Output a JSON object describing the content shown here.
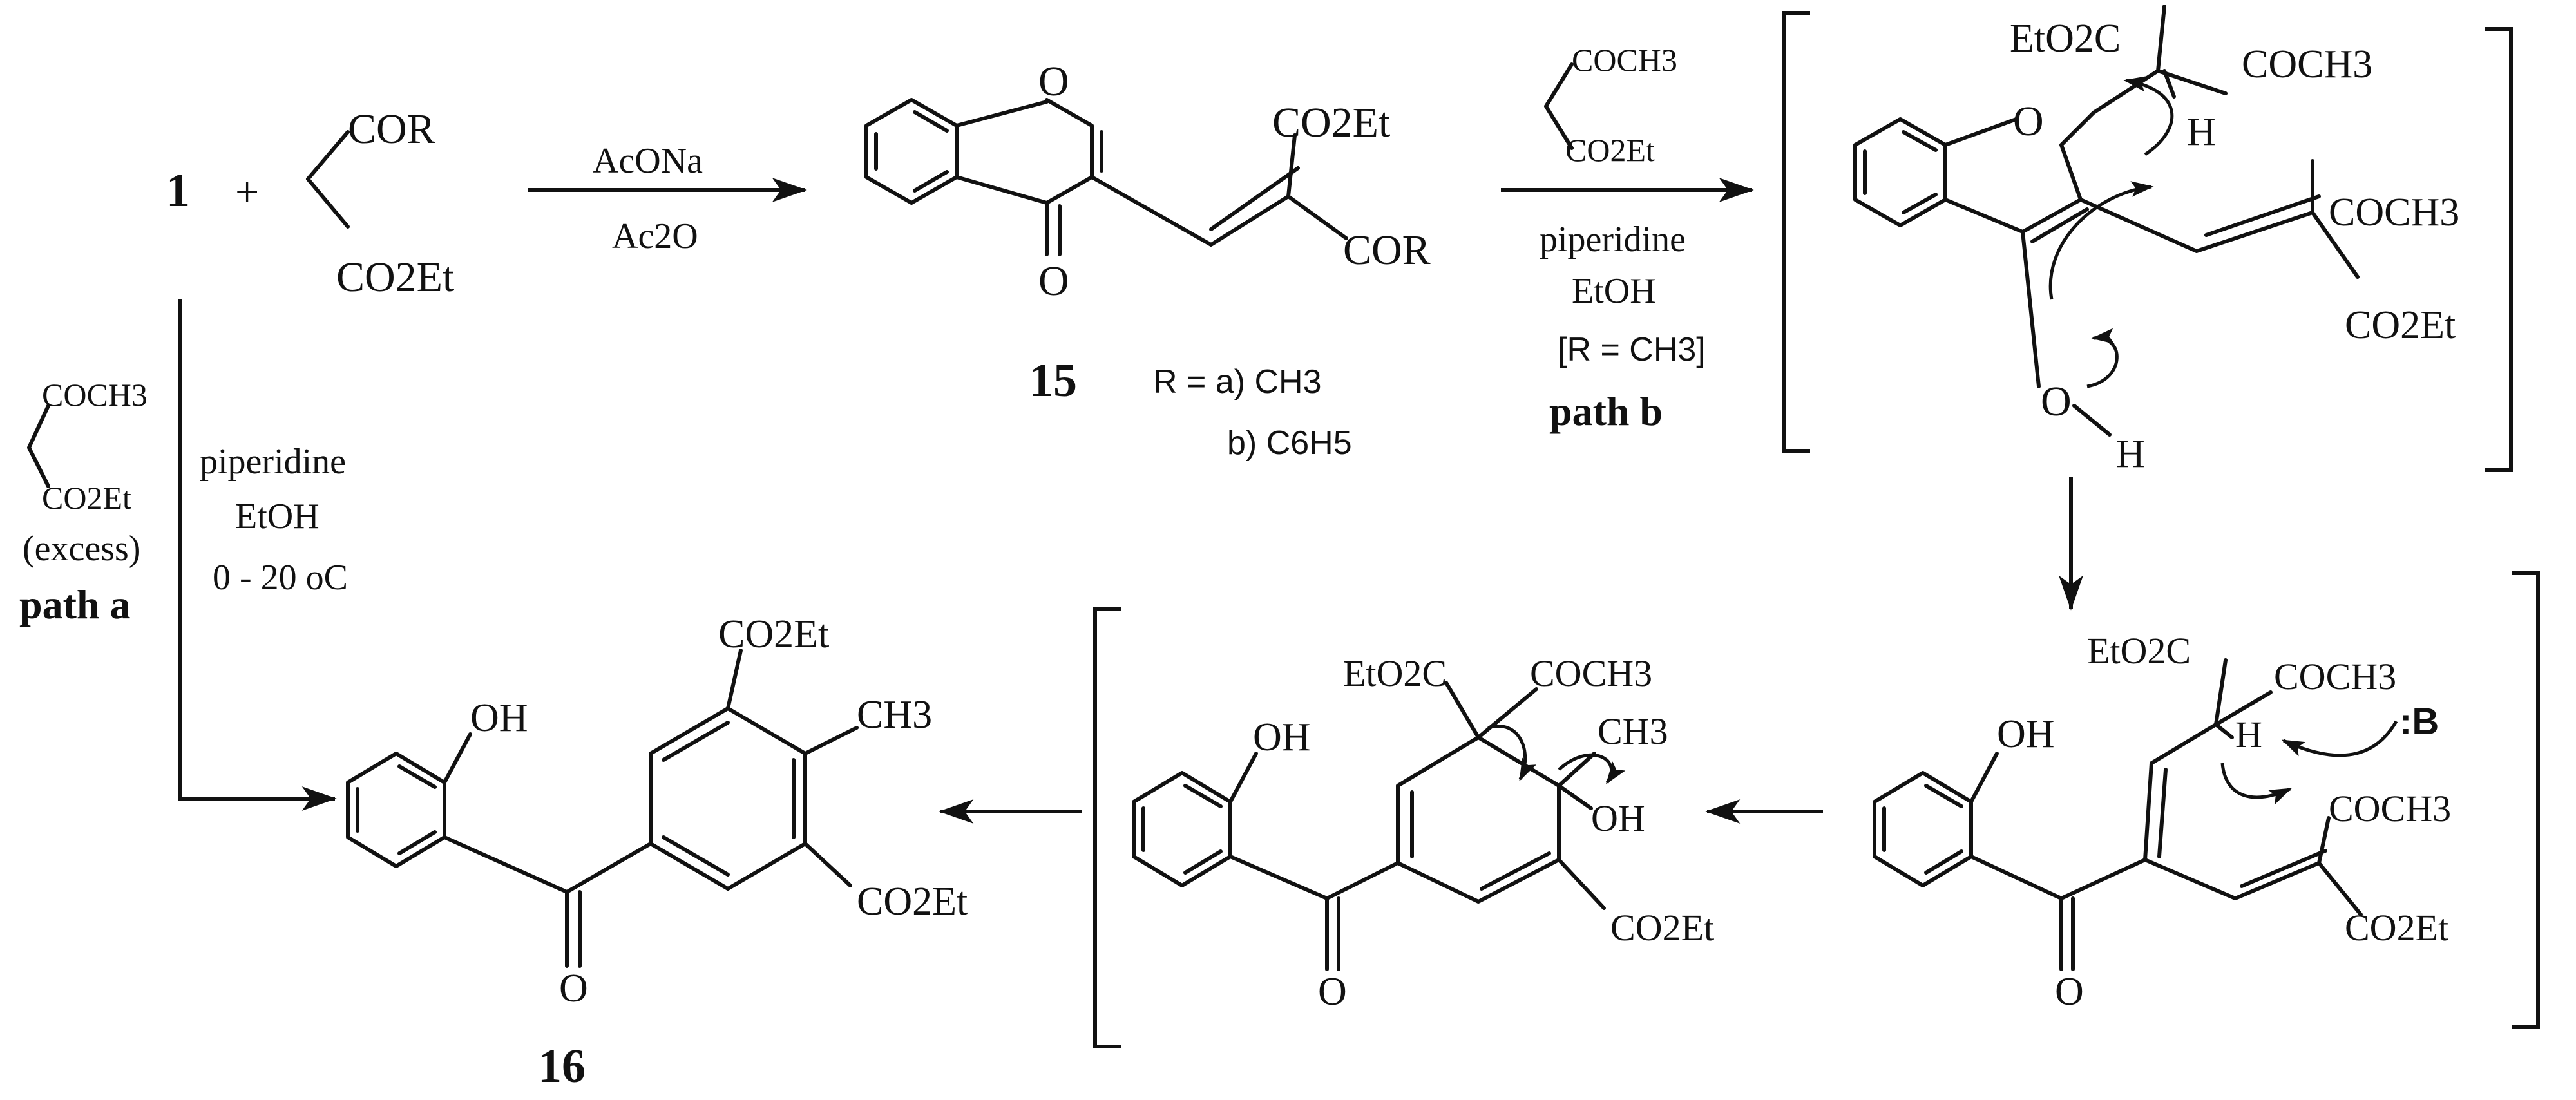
{
  "reactants": {
    "compound1": "1",
    "plus": "+",
    "cor": "COR",
    "co2et": "CO2Et"
  },
  "arrow_top": {
    "reagent1": "AcONa",
    "reagent2": "Ac2O"
  },
  "compound15": {
    "o_ring": "O",
    "o_keto": "O",
    "co2et": "CO2Et",
    "cor": "COR",
    "number": "15",
    "r_line1": "R = a) CH3",
    "r_line2": "b) C6H5"
  },
  "path_b": {
    "coch3": "COCH3",
    "co2et": "CO2Et",
    "piperidine": "piperidine",
    "etoh": "EtOH",
    "condition": "[R = CH3]",
    "label": "path b"
  },
  "intermediate1": {
    "eto2c": "EtO2C",
    "coch3_top": "COCH3",
    "h_top": "H",
    "o_ring": "O",
    "coch3_right": "COCH3",
    "co2et_right": "CO2Et",
    "o_enol": "O",
    "h_enol": "H"
  },
  "path_a": {
    "coch3": "COCH3",
    "co2et": "CO2Et",
    "excess": "(excess)",
    "label": "path a",
    "piperidine": "piperidine",
    "etoh": "EtOH",
    "temp": "0 - 20 oC"
  },
  "intermediate2": {
    "oh": "OH",
    "eto2c": "EtO2C",
    "coch3_top": "COCH3",
    "h": "H",
    "base": ":B",
    "coch3_right": "COCH3",
    "co2et_right": "CO2Et",
    "o_keto": "O"
  },
  "intermediate3": {
    "oh_phenol": "OH",
    "eto2c": "EtO2C",
    "coch3": "COCH3",
    "ch3": "CH3",
    "oh": "OH",
    "co2et": "CO2Et",
    "o_keto": "O"
  },
  "compound16": {
    "oh": "OH",
    "co2et_top": "CO2Et",
    "ch3": "CH3",
    "co2et_bottom": "CO2Et",
    "o_keto": "O",
    "number": "16"
  }
}
